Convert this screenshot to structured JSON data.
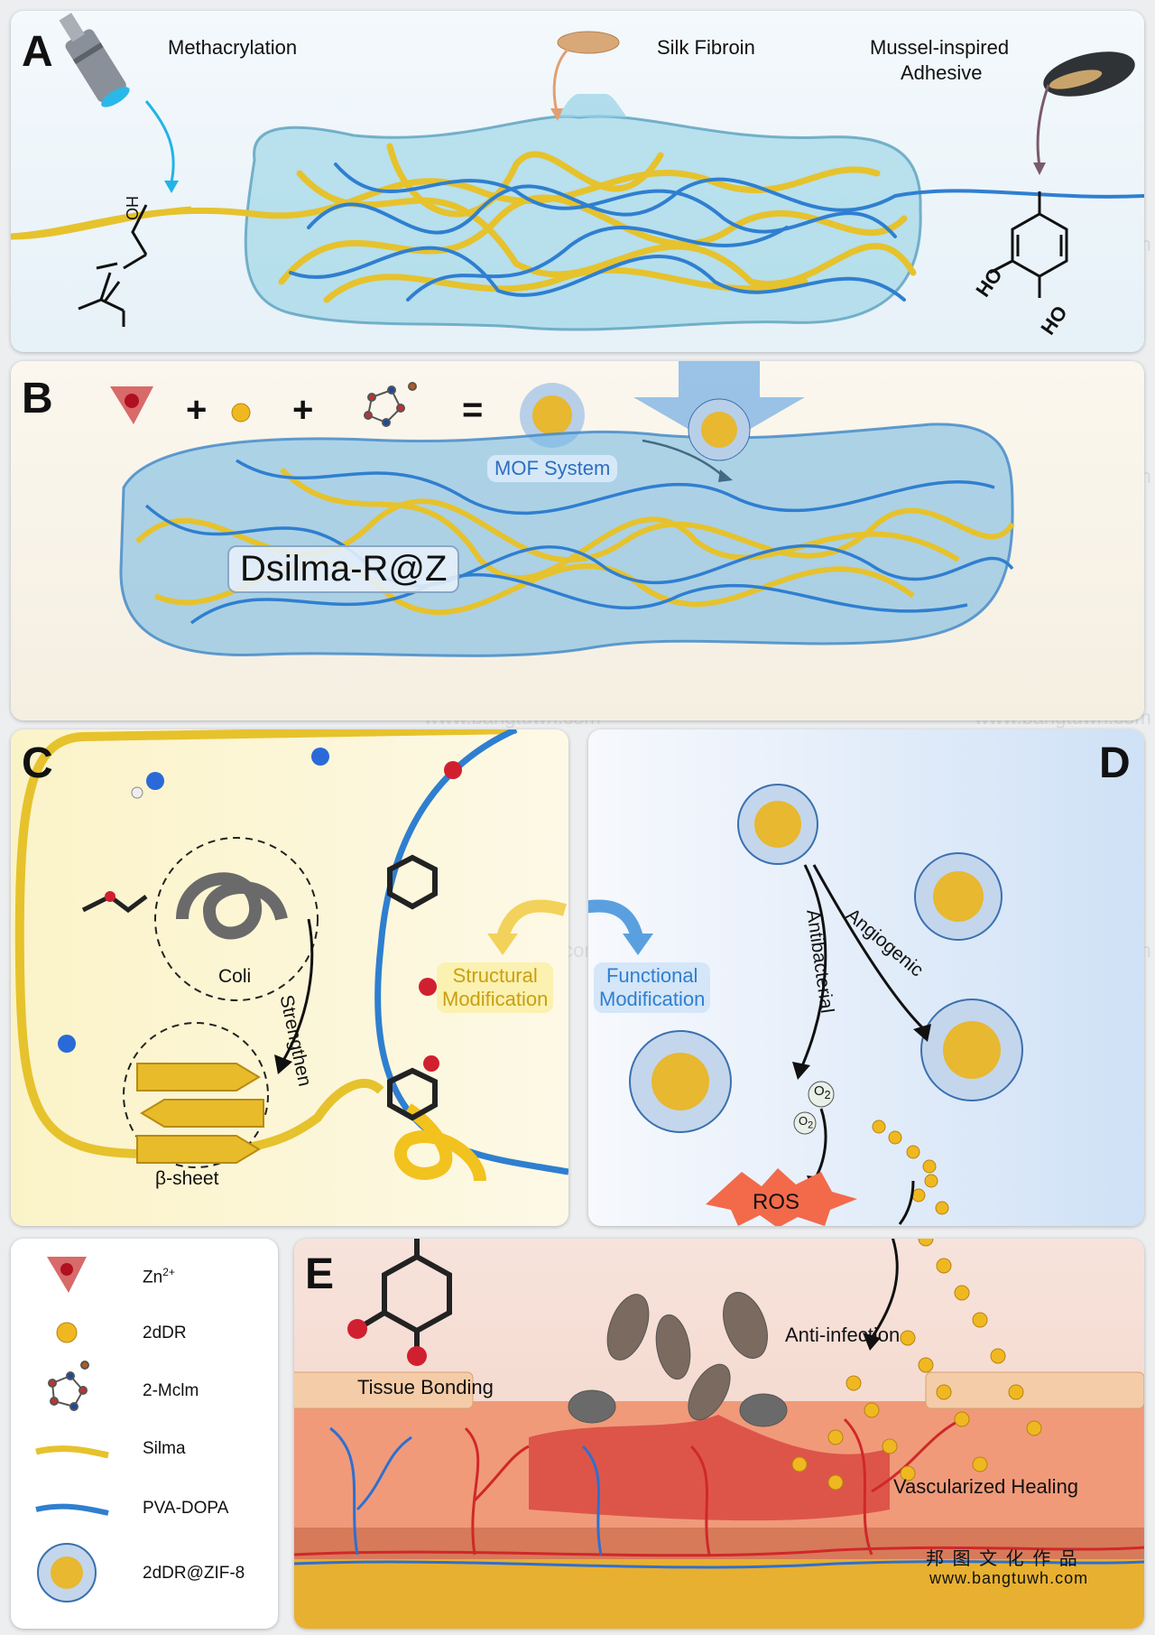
{
  "panel_a": {
    "letter": "A",
    "methacrylation": "Methacrylation",
    "silk_fibroin": "Silk Fibroin",
    "mussel_line1": "Mussel-inspired",
    "mussel_line2": "Adhesive",
    "ho1": "HO",
    "ho2": "HO",
    "ho3": "HO"
  },
  "panel_b": {
    "letter": "B",
    "plus1": "+",
    "plus2": "+",
    "equals": "=",
    "mof_system": "MOF System",
    "dsilma": "Dsilma-R@Z"
  },
  "panel_c": {
    "letter": "C",
    "coli": "Coli",
    "strengthen": "Strengthen",
    "beta_sheet": "β-sheet",
    "structural_line1": "Structural",
    "structural_line2": "Modification"
  },
  "panel_d": {
    "letter": "D",
    "functional_line1": "Functional",
    "functional_line2": "Modification",
    "antibacterial": "Antibacterial",
    "angiogenic": "Angiogenic",
    "o2a": "O",
    "o2b": "O",
    "sub2": "2",
    "ros": "ROS"
  },
  "panel_e": {
    "letter": "E",
    "tissue_bonding": "Tissue Bonding",
    "anti_infection": "Anti-infection",
    "vascularized": "Vascularized Healing",
    "brand_cn": "邦 图 文 化 作 品",
    "brand_url": "www.bangtuwh.com"
  },
  "legend": {
    "items": [
      {
        "label": "Zn",
        "sup": "2+",
        "icon": "tetrahedron-icon"
      },
      {
        "label": "2dDR",
        "sup": "",
        "icon": "gold-sphere-icon"
      },
      {
        "label": "2-Mclm",
        "sup": "",
        "icon": "imidazole-molecule-icon"
      },
      {
        "label": "Silma",
        "sup": "",
        "icon": "yellow-strand-icon"
      },
      {
        "label": "PVA-DOPA",
        "sup": "",
        "icon": "blue-strand-icon"
      },
      {
        "label": "2dDR@ZIF-8",
        "sup": "",
        "icon": "nanoparticle-icon"
      }
    ]
  },
  "watermark": {
    "url": "www.bangtuwh.com",
    "cn": "邦图文化"
  },
  "colors": {
    "silma_yellow": "#e8c42a",
    "pva_blue": "#2f7fd0",
    "zn_red": "#d86a6a",
    "gold": "#f0b820",
    "ros_red": "#f26040",
    "skin": "#f09a7a"
  }
}
